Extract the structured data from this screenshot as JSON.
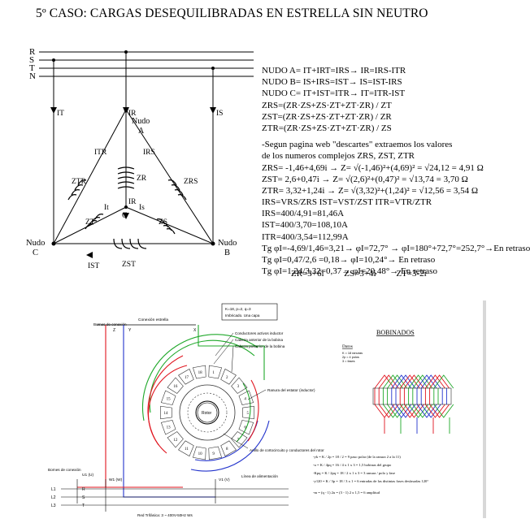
{
  "title": "5º CASO: CARGAS DESEQUILIBRADAS EN ESTRELLA SIN NEUTRO",
  "circuit": {
    "lines": [
      "R",
      "S",
      "T",
      "N"
    ],
    "currents": {
      "it": "IT",
      "ir": "IR",
      "is": "IS",
      "itr": "ITR",
      "irs": "IRS",
      "ist": "IST",
      "ir_center": "IR",
      "it_center": "It",
      "is_center": "Is"
    },
    "node_a": [
      "Nudo",
      "A"
    ],
    "node_b": [
      "Nudo",
      "B"
    ],
    "node_c": [
      "Nudo",
      "C"
    ],
    "center": "O",
    "impedances": {
      "zr": "ZR",
      "zrs": "ZRS",
      "ztr": "ZTR",
      "zt": "ZT",
      "zs": "ZS",
      "zst": "ZST"
    }
  },
  "formulas": [
    "NUDO A= IT+IRT=IRS→ IR=IRS-ITR",
    "NUDO B= IS+IRS=IST→ IS=IST-IRS",
    "NUDO C= IT+IST=ITR→ IT=ITR-IST",
    "ZRS=(ZR·ZS+ZS·ZT+ZT·ZR) / ZT",
    "ZST=(ZR·ZS+ZS·ZT+ZT·ZR) / ZR",
    "ZTR=(ZR·ZS+ZS·ZT+ZT·ZR) / ZS",
    "",
    "-Segun pagina web \"descartes\" extraemos los valores",
    "de los numeros complejos ZRS, ZST, ZTR",
    "ZRS= -1,46+4,69i → Z= √(-1,46)²+(4,69)² = √24,12 = 4,91 Ω",
    "ZST= 2,6+0,47i   → Z= √(2,6)²+(0,47)² = √13,74 = 3,70 Ω",
    "ZTR= 3,32+1,24i  → Z= √(3,32)²+(1,24)² = √12,56 = 3,54 Ω",
    "IRS=VRS/ZRS    IST=VST/ZST    ITR=VTR/ZTR",
    "IRS=400/4,91=81,46A",
    "IST=400/3,70=108,10A",
    "ITR=400/3,54=112,99A",
    "Tg φI=-4,69/1,46=3,21→ φI=72,7° → φI=180°+72,7°=252,7°→En retraso",
    "Tg φI=0,47/2,6 =0,18→ φI=10,24°→ En retraso",
    "Tg φI=1,24/3,32=0,37→ φI=20,48°→ En retraso"
  ],
  "z_values": [
    "ZR=3+6i",
    "ZS=3+4i",
    "ZT=3-2i"
  ],
  "motor_diagram": {
    "top_label": "Conexión estrella",
    "info_box": [
      "K=18, p=2, q=3",
      "Imbricado. Una capa"
    ],
    "callouts": [
      "Conductores activos inductor",
      "Cabeza anterior de la bobina",
      "Cabeza posterior de la bobina",
      "Ranura del estator (inductor)",
      "Anillo de cortocircuito y conductores del rotor"
    ],
    "rotor_label": "Rotor",
    "terminal_top": "Bornes de conexión",
    "terminal_left": "Bornes de conexión",
    "terminals": [
      "U1 (U)",
      "W1 (W)",
      "V1 (V)"
    ],
    "top_terminals": [
      "Z",
      "Y",
      "X"
    ],
    "line_label": "Línea de alimentación",
    "lines": [
      "L1",
      "L2",
      "L3"
    ],
    "line_letters": [
      "R",
      "S",
      "T"
    ],
    "footer": "Red Trifásica: 3 ~ 400V-50Hz Ws",
    "bobinados_title": "BOBINADOS",
    "datos_title": "Datos",
    "datos": [
      "K = 18 ranuras",
      "2p = 4 polos",
      "3 = fases"
    ],
    "slots": 18,
    "calc_lines": [
      "-yk = K / 2p = 18 / 2 = 9 paso polar (de la ranura 2 a la 11)",
      "-u = K / 4pq = 16 / 4 x 1 x 3 = 1,5 bobinas del grupo",
      "-Kpq = K / 2pq = 18 / 2 x 1 x 3 = 3 ranura / polo y fase",
      "-y120 = K / 3p = 18 / 3 x 1 = 6 entradas de las distintas fases desfasadas 120°",
      "-m = (q - 1) 2u = (3 - 1) 2 x 1,5 = 6 amplitud"
    ]
  },
  "colors": {
    "phase_u": "#e0141e",
    "phase_v": "#1fa82a",
    "phase_w": "#2233cc",
    "ink": "#000000"
  }
}
